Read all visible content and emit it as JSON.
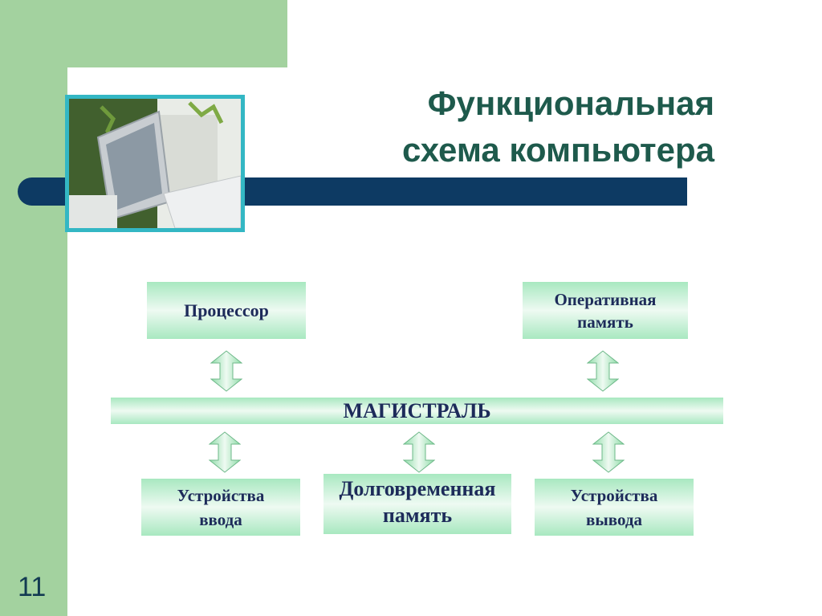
{
  "slide": {
    "title_line1": "Функциональная",
    "title_line2": "схема компьютера",
    "number": "11"
  },
  "diagram": {
    "processor": "Процессор",
    "ram_line1": "Оперативная",
    "ram_line2": "память",
    "bus": "МАГИСТРАЛЬ",
    "input_line1": "Устройства",
    "input_line2": "ввода",
    "storage_line1": "Долговременная",
    "storage_line2": "память",
    "output_line1": "Устройства",
    "output_line2": "вывода"
  },
  "colors": {
    "accent_green": "#a3d29f",
    "navy": "#0d3a63",
    "title": "#1e5a4c",
    "photo_frame": "#33b7c4"
  }
}
